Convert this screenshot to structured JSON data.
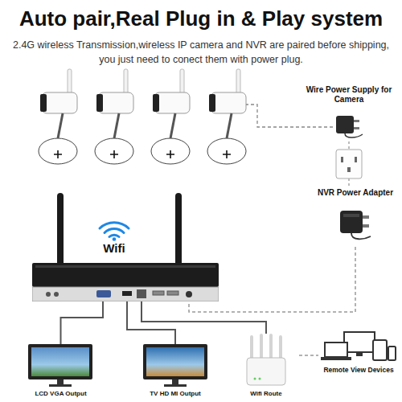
{
  "diagram": {
    "title": "Auto pair,Real Plug in & Play system",
    "nodes": [
      {
        "text": [
          "Wire Power Supply for Camera"
        ]
      },
      {
        "text": [
          "NVR Power Adapter"
        ]
      },
      {
        "text": [
          "Wifi"
        ]
      },
      {
        "text": [
          "LCD VGA Output"
        ]
      },
      {
        "text": [
          "TV HD MI Output"
        ]
      },
      {
        "text": [
          "Wifi Route"
        ]
      },
      {
        "text": [
          "Remote View Devices"
        ]
      }
    ],
    "edges": [
      {
        "from": 1,
        "to": 2,
        "arrow": "none"
      },
      {
        "from": 2,
        "to": 3,
        "arrow": "none"
      },
      {
        "from": 2,
        "to": 4,
        "arrow": "none"
      },
      {
        "from": 2,
        "to": 5,
        "arrow": "none"
      },
      {
        "from": 5,
        "to": 6,
        "arrow": "none"
      }
    ],
    "labels": [
      "2.4G wireless Transmission,wireless IP camera and NVR are paired before shipping, you just need to conect them with power plug."
    ]
  }
}
